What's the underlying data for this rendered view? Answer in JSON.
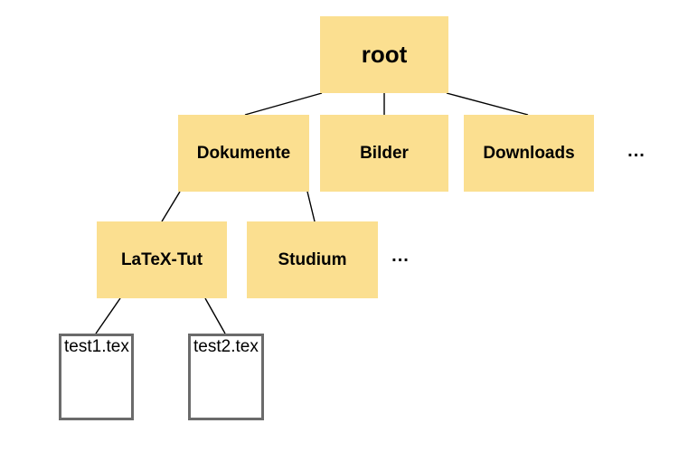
{
  "diagram": {
    "type": "directory-tree",
    "nodes": {
      "root": {
        "label": "root",
        "kind": "folder",
        "level": 0
      },
      "dokumente": {
        "label": "Dokumente",
        "kind": "folder",
        "level": 1
      },
      "bilder": {
        "label": "Bilder",
        "kind": "folder",
        "level": 1
      },
      "downloads": {
        "label": "Downloads",
        "kind": "folder",
        "level": 1
      },
      "latex_tut": {
        "label": "LaTeX-Tut",
        "kind": "folder",
        "level": 2
      },
      "studium": {
        "label": "Studium",
        "kind": "folder",
        "level": 2
      },
      "test1": {
        "label": "test1.tex",
        "kind": "file",
        "level": 3
      },
      "test2": {
        "label": "test2.tex",
        "kind": "file",
        "level": 3
      }
    },
    "ellipsis": {
      "level1_more": "...",
      "level2_more": "..."
    },
    "edges": [
      {
        "from": "root",
        "to": "dokumente"
      },
      {
        "from": "root",
        "to": "bilder"
      },
      {
        "from": "root",
        "to": "downloads"
      },
      {
        "from": "dokumente",
        "to": "latex_tut"
      },
      {
        "from": "dokumente",
        "to": "studium"
      },
      {
        "from": "latex_tut",
        "to": "test1"
      },
      {
        "from": "latex_tut",
        "to": "test2"
      }
    ],
    "colors": {
      "folder_fill": "#FBDF90",
      "file_fill": "#FFFFFF",
      "file_border": "#6B6B6B",
      "edge_color": "#000000",
      "text_color": "#000000",
      "bg_color": "#FFFFFF"
    }
  }
}
